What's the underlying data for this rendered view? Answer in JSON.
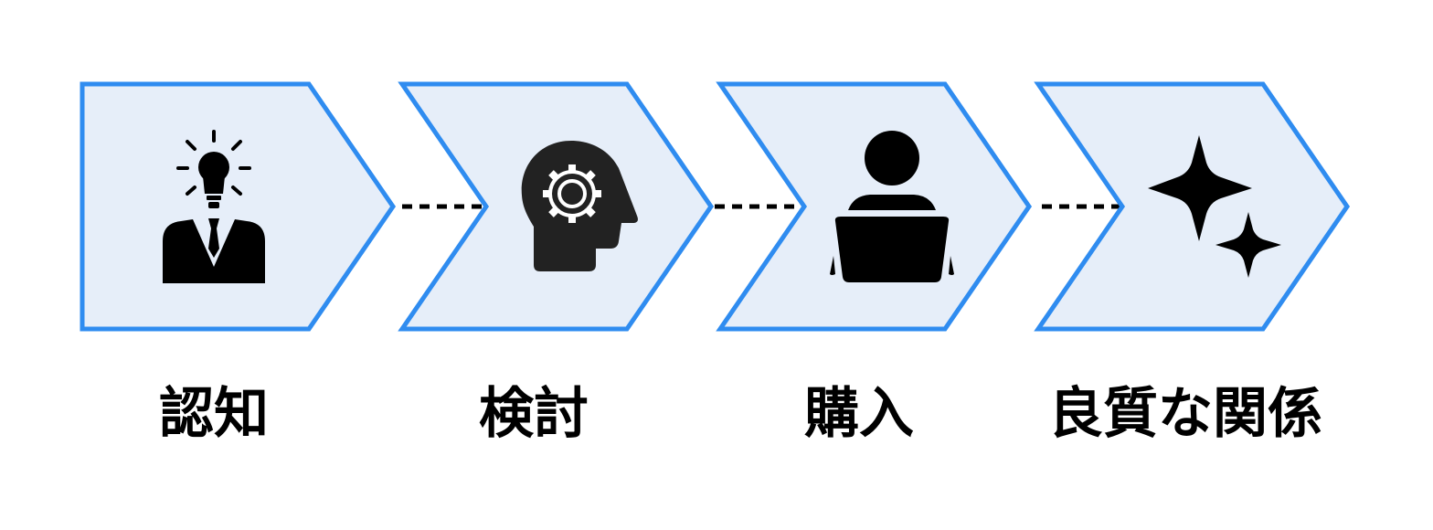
{
  "colors": {
    "chevron_fill": "#e6eef9",
    "chevron_stroke": "#2f8cf0",
    "icon": "#000000",
    "connector": "#000000"
  },
  "steps": [
    {
      "label": "認知",
      "icon": "person-lightbulb-icon"
    },
    {
      "label": "検討",
      "icon": "head-gear-icon"
    },
    {
      "label": "購入",
      "icon": "person-laptop-icon"
    },
    {
      "label": "良質な関係",
      "icon": "sparkles-icon"
    }
  ]
}
